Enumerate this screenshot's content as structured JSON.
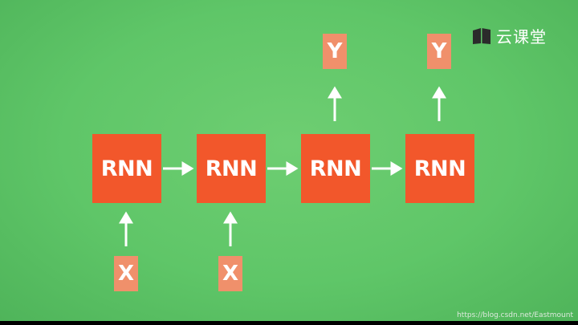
{
  "logo": {
    "text": "云课堂",
    "icon": "book-icon"
  },
  "cells": [
    "RNN",
    "RNN",
    "RNN",
    "RNN"
  ],
  "inputs": [
    "X",
    "X"
  ],
  "outputs": [
    "Y",
    "Y"
  ],
  "watermark": "https://blog.csdn.net/Eastmount",
  "colors": {
    "background": "#5fc668",
    "cell": "#f2572b",
    "io_box": "#f0906b",
    "arrow": "#ffffff"
  }
}
